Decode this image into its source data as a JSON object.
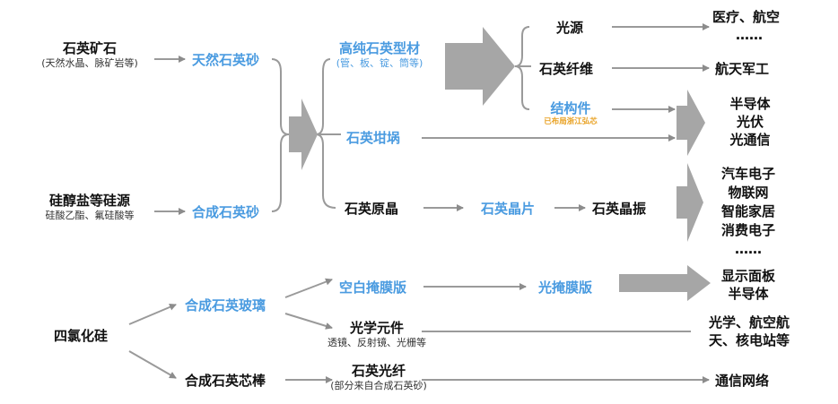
{
  "sources": {
    "quartz_ore": "石英矿石",
    "quartz_ore_sub": "(天然水晶、脉矿岩等)",
    "silicon_source": "硅醇盐等硅源",
    "silicon_source_sub": "硅酸乙酯、氟硅酸等",
    "sicl4": "四氯化硅"
  },
  "sand": {
    "natural": "天然石英砂",
    "synthetic": "合成石英砂"
  },
  "mid": {
    "high_purity": "高纯石英型材",
    "high_purity_sub": "(管、板、锭、筒等)",
    "crucible": "石英坩埚",
    "crystal": "石英原晶",
    "wafer": "石英晶片",
    "oscillator": "石英晶振"
  },
  "branch": {
    "light_source": "光源",
    "fiber_q": "石英纤维",
    "structural": "结构件",
    "structural_note": "已布局浙江弘芯"
  },
  "apps": {
    "medical_1": "医疗、航空",
    "dots_1": "……",
    "aerospace": "航天军工",
    "group1": [
      "半导体",
      "光伏",
      "光通信"
    ],
    "group2": [
      "汽车电子",
      "物联网",
      "智能家居",
      "消费电子",
      "……"
    ],
    "group3": [
      "显示面板",
      "半导体"
    ],
    "group4": [
      "光学、航空航",
      "天、核电站等"
    ],
    "telecom": "通信网络"
  },
  "glass": {
    "synthetic_glass": "合成石英玻璃",
    "blank_mask": "空白掩膜版",
    "photomask": "光掩膜版",
    "optics": "光学元件",
    "optics_sub": "透镜、反射镜、光栅等",
    "rod": "合成石英芯棒",
    "fiber": "石英光纤",
    "fiber_sub": "(部分来自合成石英砂)"
  },
  "colors": {
    "blue": "#4a9be0",
    "gray": "#9a9a9a",
    "orange": "#e8a020"
  }
}
